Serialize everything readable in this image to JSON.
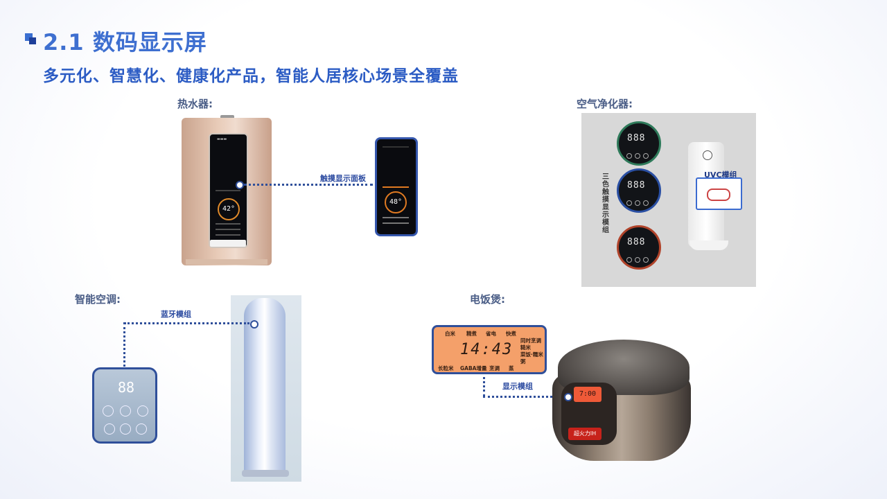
{
  "header": {
    "title": "2.1 数码显示屏",
    "subtitle": "多元化、智慧化、健康化产品，智能人居核心场景全覆盖"
  },
  "water_heater": {
    "label": "热水器:",
    "connector_label": "触摸显示面板",
    "display_temp": "42",
    "zoom_temp": "48"
  },
  "air_purifier": {
    "label": "空气净化器:",
    "vertical_label": "三色触摸显示模组",
    "module_label": "UVC模组",
    "dial_digits": "888"
  },
  "air_conditioner": {
    "label": "智能空调:",
    "connector_label": "蓝牙模组",
    "panel_digits": "88"
  },
  "rice_cooker": {
    "label": "电饭煲:",
    "connector_label": "显示模组",
    "lcd_top": [
      "白米",
      "精煮",
      "省电",
      "快煮"
    ],
    "lcd_time": "14:43",
    "lcd_right": [
      "同时烹调",
      "糙米",
      "菜饭·糯米",
      "粥"
    ],
    "lcd_bottom": [
      "长粒米",
      "GABA增量",
      "烹调",
      "蒸"
    ],
    "small_display": "7:00",
    "badge": "超火力IH"
  },
  "colors": {
    "title": "#3e6fd0",
    "subtitle": "#2c5cc4",
    "accent": "#2f4f9a"
  }
}
